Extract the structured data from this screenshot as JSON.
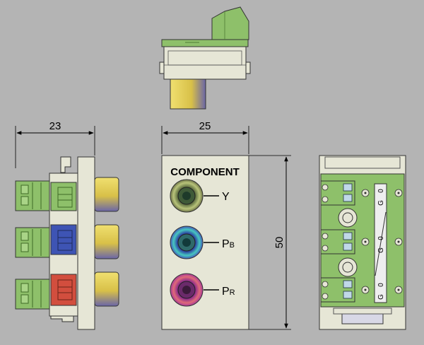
{
  "dimensions": {
    "side_width": "23",
    "front_width": "25",
    "front_height": "50"
  },
  "front_panel": {
    "title": "COMPONENT",
    "connectors": [
      {
        "label_main": "Y",
        "label_sub": "",
        "color": "#7a8a4a"
      },
      {
        "label_main": "P",
        "label_sub": "B",
        "color": "#3a4fc0"
      },
      {
        "label_main": "P",
        "label_sub": "R",
        "color": "#c03a78"
      }
    ]
  },
  "rear_terminal_labels": [
    "G",
    "0",
    "G",
    "0",
    "G",
    "0"
  ],
  "colors": {
    "background": "#b4b4b4",
    "panel": "#e6e6d6",
    "terminal_green": "#8ec06a",
    "rca_yellow": "#d8c048",
    "block_blue": "#3e54b4",
    "block_red": "#d24e3e"
  }
}
